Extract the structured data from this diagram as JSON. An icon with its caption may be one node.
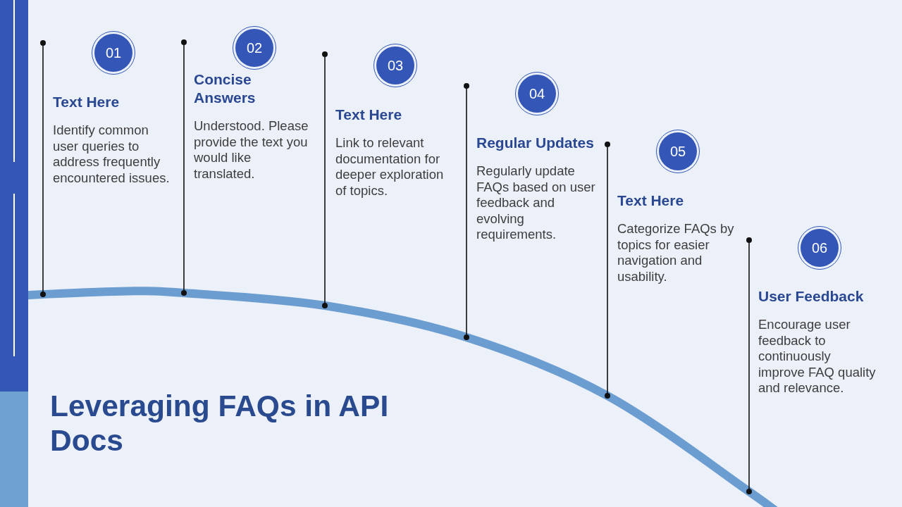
{
  "diagram": {
    "title": "Leveraging FAQs in API Docs",
    "nodes": [
      {
        "text": [
          "01"
        ],
        "beside": [
          "Text Here",
          "Identify common user queries to address frequently encountered issues."
        ]
      },
      {
        "text": [
          "02"
        ],
        "beside": [
          "Concise Answers",
          "Understood. Please provide the text you would like translated."
        ]
      },
      {
        "text": [
          "03"
        ],
        "beside": [
          "Text Here",
          "Link to relevant documentation for deeper exploration of topics."
        ]
      },
      {
        "text": [
          "04"
        ],
        "beside": [
          "Regular Updates",
          "Regularly update FAQs based on user feedback and evolving requirements."
        ]
      },
      {
        "text": [
          "05"
        ],
        "beside": [
          "Text Here",
          "Categorize FAQs by topics for easier navigation and usability."
        ]
      },
      {
        "text": [
          "06"
        ],
        "beside": [
          "User Feedback",
          "Encourage user feedback to continuously improve FAQ quality and relevance."
        ]
      }
    ]
  }
}
